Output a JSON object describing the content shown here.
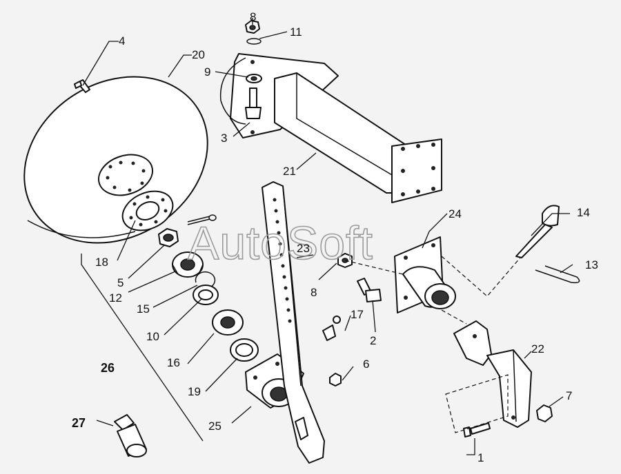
{
  "watermark": "AutoSoft",
  "labels": {
    "l1": "1",
    "l2": "2",
    "l3": "3",
    "l4": "4",
    "l5": "5",
    "l6": "6",
    "l7": "7",
    "l8a": "8",
    "l8b": "8",
    "l9": "9",
    "l10": "10",
    "l11": "11",
    "l12": "12",
    "l13": "13",
    "l14": "14",
    "l15": "15",
    "l16": "16",
    "l17": "17",
    "l18": "18",
    "l19": "19",
    "l20": "20",
    "l21": "21",
    "l22": "22",
    "l23": "23",
    "l24": "24",
    "l25": "25",
    "l26": "26",
    "l27": "27"
  }
}
